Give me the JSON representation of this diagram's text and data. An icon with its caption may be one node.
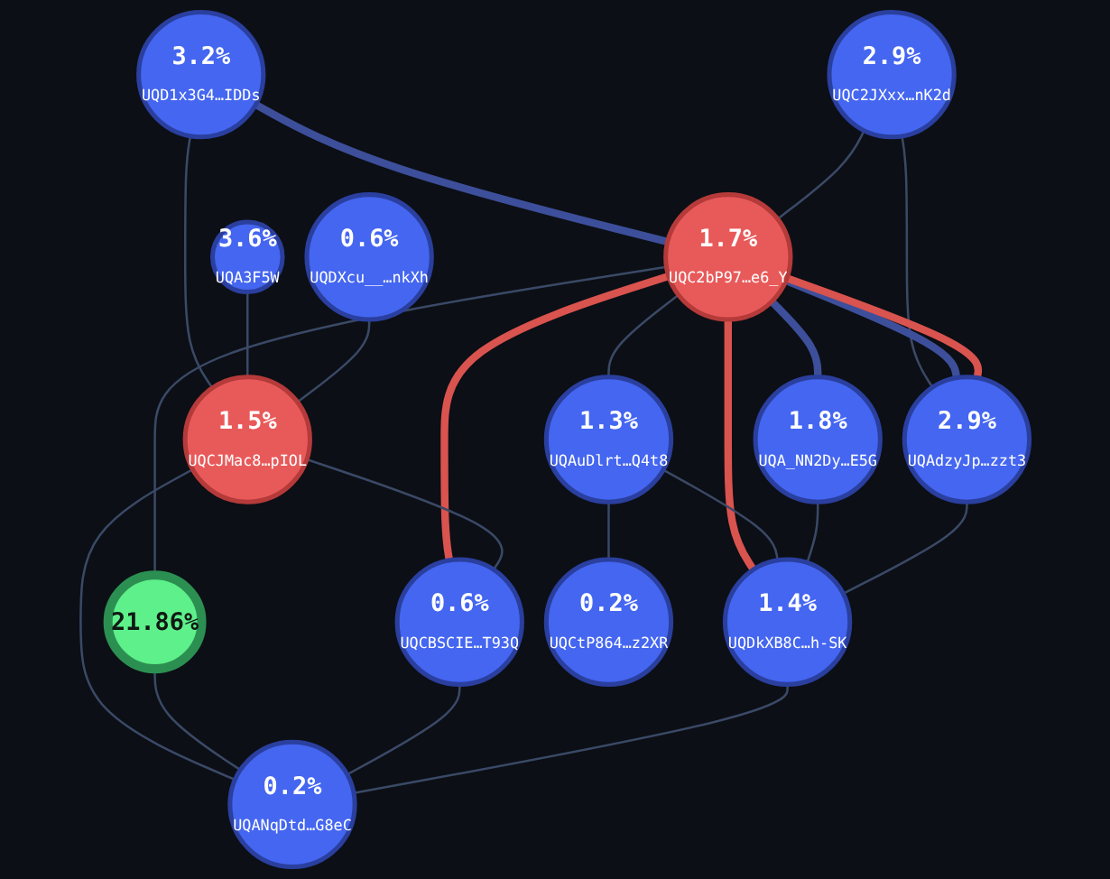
{
  "diagram": {
    "nodes": [
      {
        "text": [
          "3.2%",
          "UQD1x3G4…IDDs"
        ]
      },
      {
        "text": [
          "3.6%",
          "UQA3F5W"
        ]
      },
      {
        "text": [
          "2.9%",
          "UQC2JXxx…nK2d"
        ]
      },
      {
        "text": [
          "0.6%",
          "UQDXcu__…nkXh"
        ]
      },
      {
        "text": [
          "1.7%",
          "UQC2bP97…e6_Y"
        ]
      },
      {
        "text": [
          "1.5%",
          "UQCJMac8…pIOL"
        ]
      },
      {
        "text": [
          "2.9%",
          "UQAdzyJp…zzt3"
        ]
      },
      {
        "text": [
          "21.86%"
        ]
      },
      {
        "text": [
          "0.6%",
          "UQCBSCIE…T93Q"
        ]
      },
      {
        "text": [
          "1.8%",
          "UQA_NN2Dy…E5G"
        ]
      },
      {
        "text": [
          "0.2%",
          "UQANqDtd…G8eC"
        ]
      },
      {
        "text": [
          "1.4%",
          "UQDkXB8C…h-SK"
        ]
      },
      {
        "text": [
          "1.3%",
          "UQAuDlrt…Q4t8"
        ]
      },
      {
        "text": [
          "0.2%",
          "UQCtP864…z2XR"
        ]
      }
    ],
    "edges": [
      {
        "from": 0,
        "to": 4,
        "arrow": "none",
        "style": "thick",
        "color": "#3d4f9a"
      },
      {
        "from": 2,
        "to": 4,
        "arrow": "none"
      },
      {
        "from": 2,
        "to": 6,
        "arrow": "none"
      },
      {
        "from": 4,
        "to": 6,
        "arrow": "none",
        "style": "thick",
        "color": "#3d4f9a"
      },
      {
        "from": 4,
        "to": 6,
        "arrow": "none",
        "style": "thick",
        "color": "#d9534f"
      },
      {
        "from": 4,
        "to": 9,
        "arrow": "none",
        "style": "thick",
        "color": "#3d4f9a"
      },
      {
        "from": 4,
        "to": 11,
        "arrow": "none",
        "style": "thick",
        "color": "#d9534f"
      },
      {
        "from": 4,
        "to": 8,
        "arrow": "none",
        "style": "thick",
        "color": "#d9534f"
      },
      {
        "from": 4,
        "to": 7,
        "arrow": "none"
      },
      {
        "from": 4,
        "to": 12,
        "arrow": "none"
      },
      {
        "from": 0,
        "to": 5,
        "arrow": "none"
      },
      {
        "from": 1,
        "to": 5,
        "arrow": "none"
      },
      {
        "from": 3,
        "to": 5,
        "arrow": "none"
      },
      {
        "from": 5,
        "to": 8,
        "arrow": "none"
      },
      {
        "from": 5,
        "to": 10,
        "arrow": "none"
      },
      {
        "from": 7,
        "to": 10,
        "arrow": "none"
      },
      {
        "from": 8,
        "to": 10,
        "arrow": "none"
      },
      {
        "from": 11,
        "to": 10,
        "arrow": "none"
      },
      {
        "from": 12,
        "to": 11,
        "arrow": "none"
      },
      {
        "from": 12,
        "to": 13,
        "arrow": "none"
      },
      {
        "from": 9,
        "to": 11,
        "arrow": "none"
      },
      {
        "from": 6,
        "to": 11,
        "arrow": "none"
      }
    ]
  }
}
